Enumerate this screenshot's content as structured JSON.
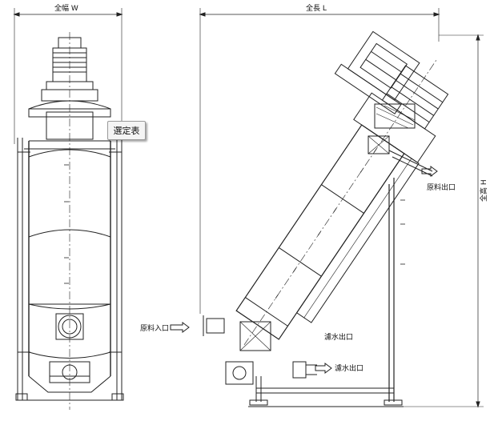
{
  "labels": {
    "overall_width": "全幅 W",
    "overall_length": "全長 L",
    "overall_height": "全高 H",
    "material_inlet": "原料入口",
    "material_outlet": "原料出口",
    "filtrate_outlet_upper": "濾水出口",
    "filtrate_outlet_lower": "濾水出口"
  },
  "tooltip": {
    "label": "選定表"
  }
}
